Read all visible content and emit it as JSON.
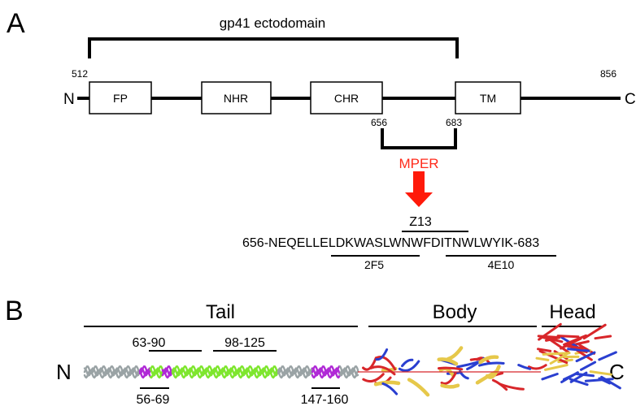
{
  "panel_a": {
    "label": "A",
    "ectodomain_label": "gp41 ectodomain",
    "n_term": "N",
    "c_term": "C",
    "pos_start": "512",
    "pos_end": "856",
    "domains": [
      "FP",
      "NHR",
      "CHR",
      "TM"
    ],
    "mper_start": "656",
    "mper_end": "683",
    "mper_label": "MPER",
    "mper_color": "#ff2a1a",
    "epitope_top": "Z13",
    "sequence": "656-NEQELLELDKWASLWNWFDITNWLWYIK-683",
    "epitope_left": "2F5",
    "epitope_right": "4E10"
  },
  "panel_b": {
    "label": "B",
    "regions": [
      "Tail",
      "Body",
      "Head"
    ],
    "n_term": "N",
    "c_term": "C",
    "top_ranges": [
      "63-90",
      "98-125"
    ],
    "bottom_ranges": [
      "56-69",
      "147-160"
    ],
    "colors": {
      "coil_gray": "#9aa3a5",
      "coil_purple": "#b02ad6",
      "coil_green": "#7ee62e",
      "body_red": "#d8262a",
      "body_yellow": "#e6c84a",
      "body_blue": "#2a3fd0"
    }
  }
}
